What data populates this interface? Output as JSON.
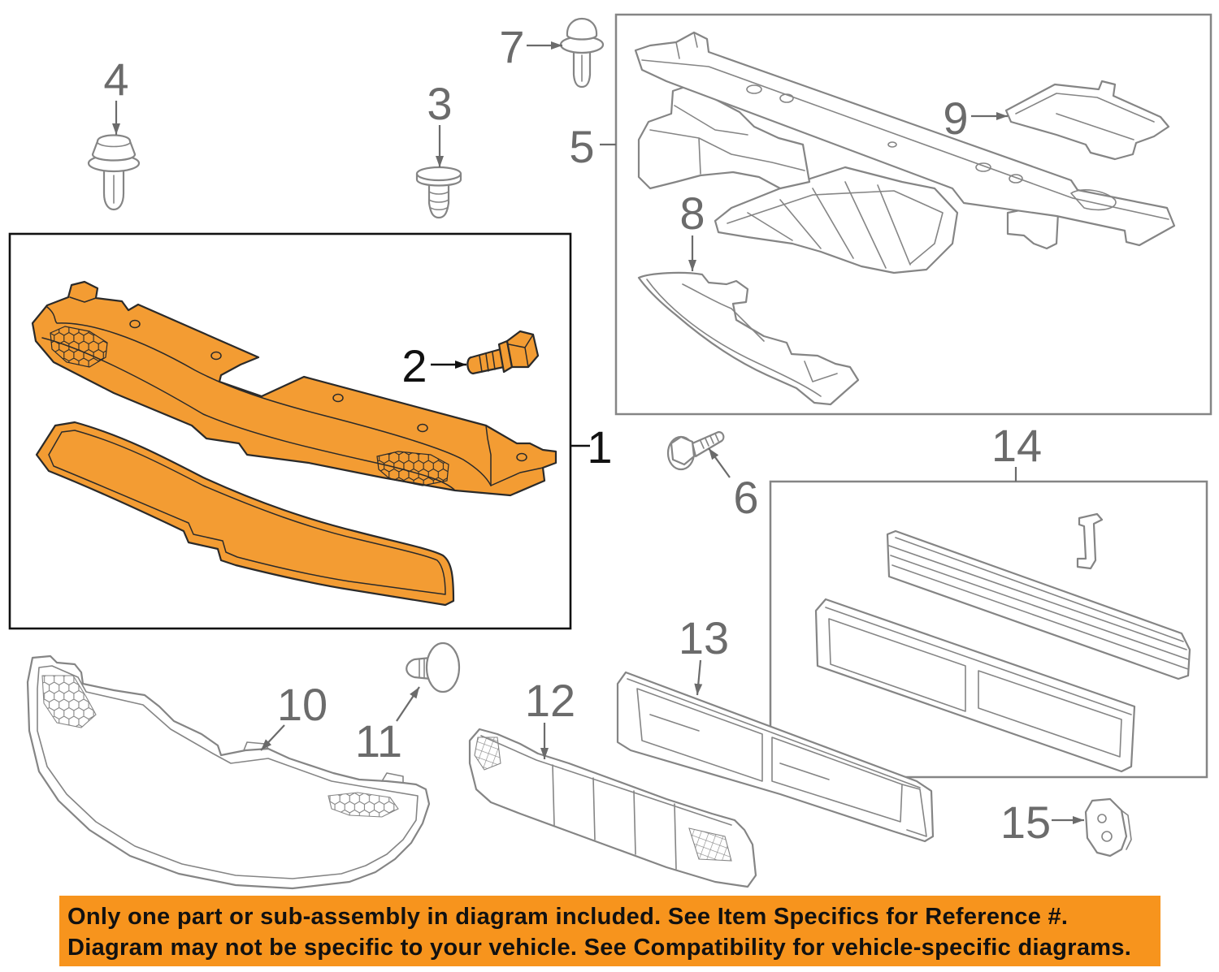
{
  "colors": {
    "highlight_part": "#F39C33",
    "banner": "#F7941D",
    "outline": "#858585",
    "callout": "#6b6b6b",
    "callout_highlight": "#111111"
  },
  "callouts": [
    "1",
    "2",
    "3",
    "4",
    "5",
    "6",
    "7",
    "8",
    "9",
    "10",
    "11",
    "12",
    "13",
    "14",
    "15"
  ],
  "banner": {
    "line1": "Only one part or sub-assembly in diagram included. See Item Specifics for Reference #.",
    "line2": "Diagram may not be specific to your vehicle. See Compatibility for vehicle-specific diagrams."
  }
}
